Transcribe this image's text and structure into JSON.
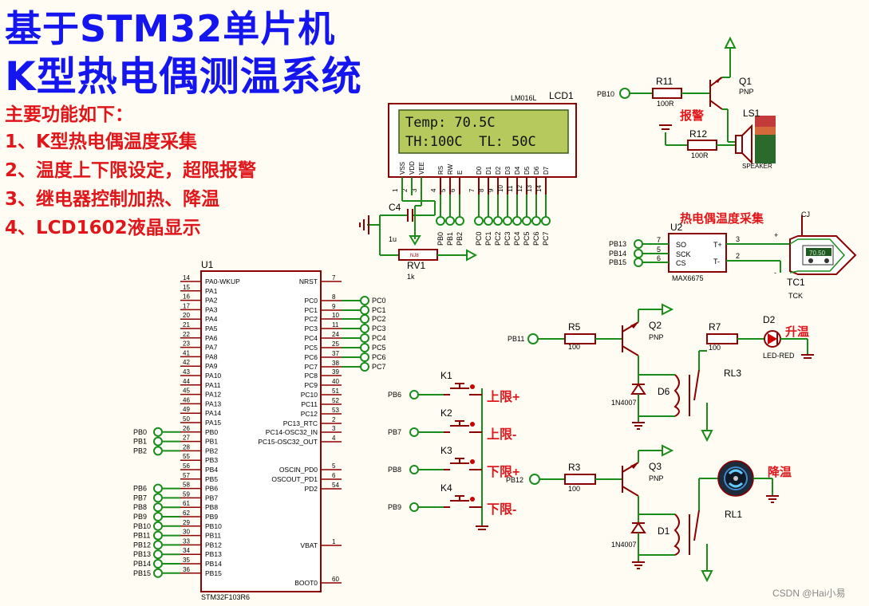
{
  "header": {
    "title_line1": "基于STM32单片机",
    "title_line2": "K型热电偶测温系统",
    "features_heading": "主要功能如下：",
    "features": [
      "1、K型热电偶温度采集",
      "2、温度上下限设定，超限报警",
      "3、继电器控制加热、降温",
      "4、LCD1602液晶显示"
    ]
  },
  "lcd": {
    "part": "LM016L",
    "ref": "LCD1",
    "line1": "Temp: 70.5C",
    "line2": "TH:100C  TL: 50C",
    "pins": [
      "VSS",
      "VDD",
      "VEE",
      "RS",
      "RW",
      "E",
      "D0",
      "D1",
      "D2",
      "D3",
      "D4",
      "D5",
      "D6",
      "D7"
    ],
    "pin_numbers": [
      "1",
      "2",
      "3",
      "4",
      "5",
      "6",
      "7",
      "8",
      "9",
      "10",
      "11",
      "12",
      "13",
      "14"
    ],
    "bus_labels": [
      "PB0",
      "PB1",
      "PB2",
      "PC0",
      "PC1",
      "PC2",
      "PC3",
      "PC4",
      "PC5",
      "PC6",
      "PC7"
    ]
  },
  "c4": {
    "ref": "C4",
    "value": "1u"
  },
  "rv1": {
    "ref": "RV1",
    "value": "1k",
    "code": "NJ8"
  },
  "alarm": {
    "label": "报警",
    "q1_ref": "Q1",
    "q1_type": "PNP",
    "r11_ref": "R11",
    "r11_value": "100R",
    "r12_ref": "R12",
    "r12_value": "100R",
    "ls1_ref": "LS1",
    "ls1_part": "SPEAKER",
    "net": "PB10"
  },
  "sensor": {
    "label": "热电偶温度采集",
    "u2_ref": "U2",
    "u2_part": "MAX6675",
    "u2_left_pins": [
      "SO",
      "SCK",
      "CS"
    ],
    "u2_left_nums": [
      "7",
      "5",
      "6"
    ],
    "u2_right_pins": [
      "T+",
      "T-"
    ],
    "u2_right_nums": [
      "3",
      "2"
    ],
    "nets": [
      "PB13",
      "PB14",
      "PB15"
    ],
    "tc1_ref": "TC1",
    "tc1_part": "TCK",
    "tc1_reading": "70.50",
    "cj": "CJ",
    "plus": "+",
    "minus": "-"
  },
  "heat": {
    "label": "升温",
    "net": "PB11",
    "r5_ref": "R5",
    "r5_value": "100",
    "q2_ref": "Q2",
    "q2_type": "PNP",
    "r7_ref": "R7",
    "r7_value": "100",
    "d2_ref": "D2",
    "d2_part": "LED-RED",
    "rl_ref": "RL3",
    "d_ref": "D6",
    "d_part": "1N4007"
  },
  "cool": {
    "label": "降温",
    "net": "PB12",
    "r3_ref": "R3",
    "r3_value": "100",
    "q3_ref": "Q3",
    "q3_type": "PNP",
    "rl_ref": "RL1",
    "d_ref": "D1",
    "d_part": "1N4007"
  },
  "keys": [
    {
      "ref": "K1",
      "net": "PB6",
      "label": "上限+"
    },
    {
      "ref": "K2",
      "net": "PB7",
      "label": "上限-"
    },
    {
      "ref": "K3",
      "net": "PB8",
      "label": "下限+"
    },
    {
      "ref": "K4",
      "net": "PB9",
      "label": "下限-"
    }
  ],
  "mcu": {
    "ref": "U1",
    "part": "STM32F103R6",
    "left_nums": [
      "14",
      "15",
      "16",
      "17",
      "20",
      "21",
      "22",
      "23",
      "41",
      "42",
      "43",
      "44",
      "45",
      "46",
      "49",
      "50",
      "26",
      "27",
      "28",
      "55",
      "56",
      "57",
      "58",
      "59",
      "61",
      "62",
      "29",
      "30",
      "33",
      "34",
      "35",
      "36"
    ],
    "left_pins": [
      "PA0-WKUP",
      "PA1",
      "PA2",
      "PA3",
      "PA4",
      "PA5",
      "PA6",
      "PA7",
      "PA8",
      "PA9",
      "PA10",
      "PA11",
      "PA12",
      "PA13",
      "PA14",
      "PA15",
      "PB0",
      "PB1",
      "PB2",
      "PB3",
      "PB4",
      "PB5",
      "PB6",
      "PB7",
      "PB8",
      "PB9",
      "PB10",
      "PB11",
      "PB12",
      "PB13",
      "PB14",
      "PB15"
    ],
    "right_nums": [
      "7",
      "8",
      "9",
      "10",
      "11",
      "24",
      "25",
      "37",
      "38",
      "39",
      "40",
      "51",
      "52",
      "53",
      "2",
      "3",
      "4",
      "5",
      "6",
      "54",
      "1",
      "60"
    ],
    "right_pins": [
      "NRST",
      "PC0",
      "PC1",
      "PC2",
      "PC3",
      "PC4",
      "PC5",
      "PC6",
      "PC7",
      "PC8",
      "PC9",
      "PC10",
      "PC11",
      "PC12",
      "PC13_RTC",
      "PC14-OSC32_IN",
      "PC15-OSC32_OUT",
      "OSCIN_PD0",
      "OSCOUT_PD1",
      "PD2",
      "VBAT",
      "BOOT0"
    ],
    "left_nets": [
      "PB0",
      "PB1",
      "PB2",
      "PB6",
      "PB7",
      "PB8",
      "PB9",
      "PB10",
      "PB11",
      "PB12",
      "PB13",
      "PB14",
      "PB15"
    ],
    "right_nets": [
      "PC0",
      "PC1",
      "PC2",
      "PC3",
      "PC4",
      "PC5",
      "PC6",
      "PC7"
    ]
  },
  "watermark": "CSDN @Hai小易"
}
